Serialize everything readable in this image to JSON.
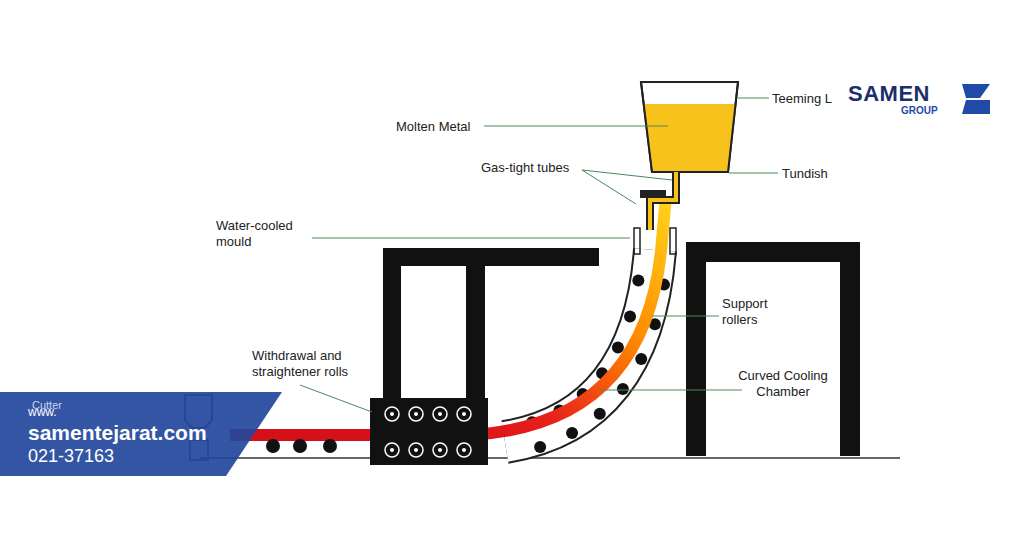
{
  "diagram": {
    "labels": [
      "Teeming L",
      "Molten Metal",
      "Gas-tight tubes",
      "Tundish",
      "Water-cooled mould",
      "Support rollers",
      "Curved Cooling Chamber",
      "Withdrawal and straightener rolls",
      "Cutter",
      "SAMEN",
      "GROUP",
      "www.",
      "samentejarat.com",
      "021-37163"
    ]
  }
}
